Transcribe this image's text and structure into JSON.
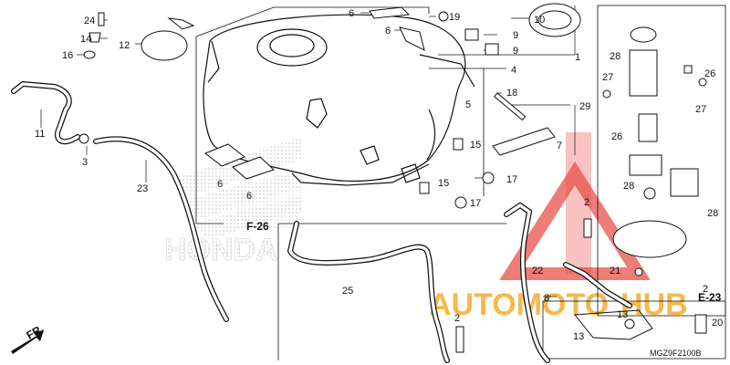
{
  "parts": {
    "p1": "1",
    "p2a": "2",
    "p2b": "2",
    "p3": "3",
    "p4": "4",
    "p5": "5",
    "p6a": "6",
    "p6b": "6",
    "p6c": "6",
    "p6d": "6",
    "p7": "7",
    "p8": "8",
    "p9a": "9",
    "p9b": "9",
    "p10": "10",
    "p11": "11",
    "p12": "12",
    "p13a": "13",
    "p13b": "13",
    "p14": "14",
    "p15a": "15",
    "p15b": "15",
    "p16": "16",
    "p17a": "17",
    "p17b": "17",
    "p18": "18",
    "p19": "19",
    "p20": "20",
    "p21": "21",
    "p22": "22",
    "p23": "23",
    "p24": "24",
    "p25": "25",
    "p26a": "26",
    "p26b": "26",
    "p27a": "27",
    "p27b": "27",
    "p28a": "28",
    "p28b": "28",
    "p28c": "28",
    "p29": "29"
  },
  "refs": {
    "f26": "F-26",
    "e23": "E-23",
    "fr": "FR."
  },
  "diagram_code": "MGZ9F2100B",
  "watermark": {
    "brand": "HONDA",
    "site_left": "AUTOMOTO",
    "site_right": "HUB"
  },
  "colors": {
    "line": "#111111",
    "watermark_red": "#e8504a",
    "watermark_orange": "#f5a623"
  }
}
